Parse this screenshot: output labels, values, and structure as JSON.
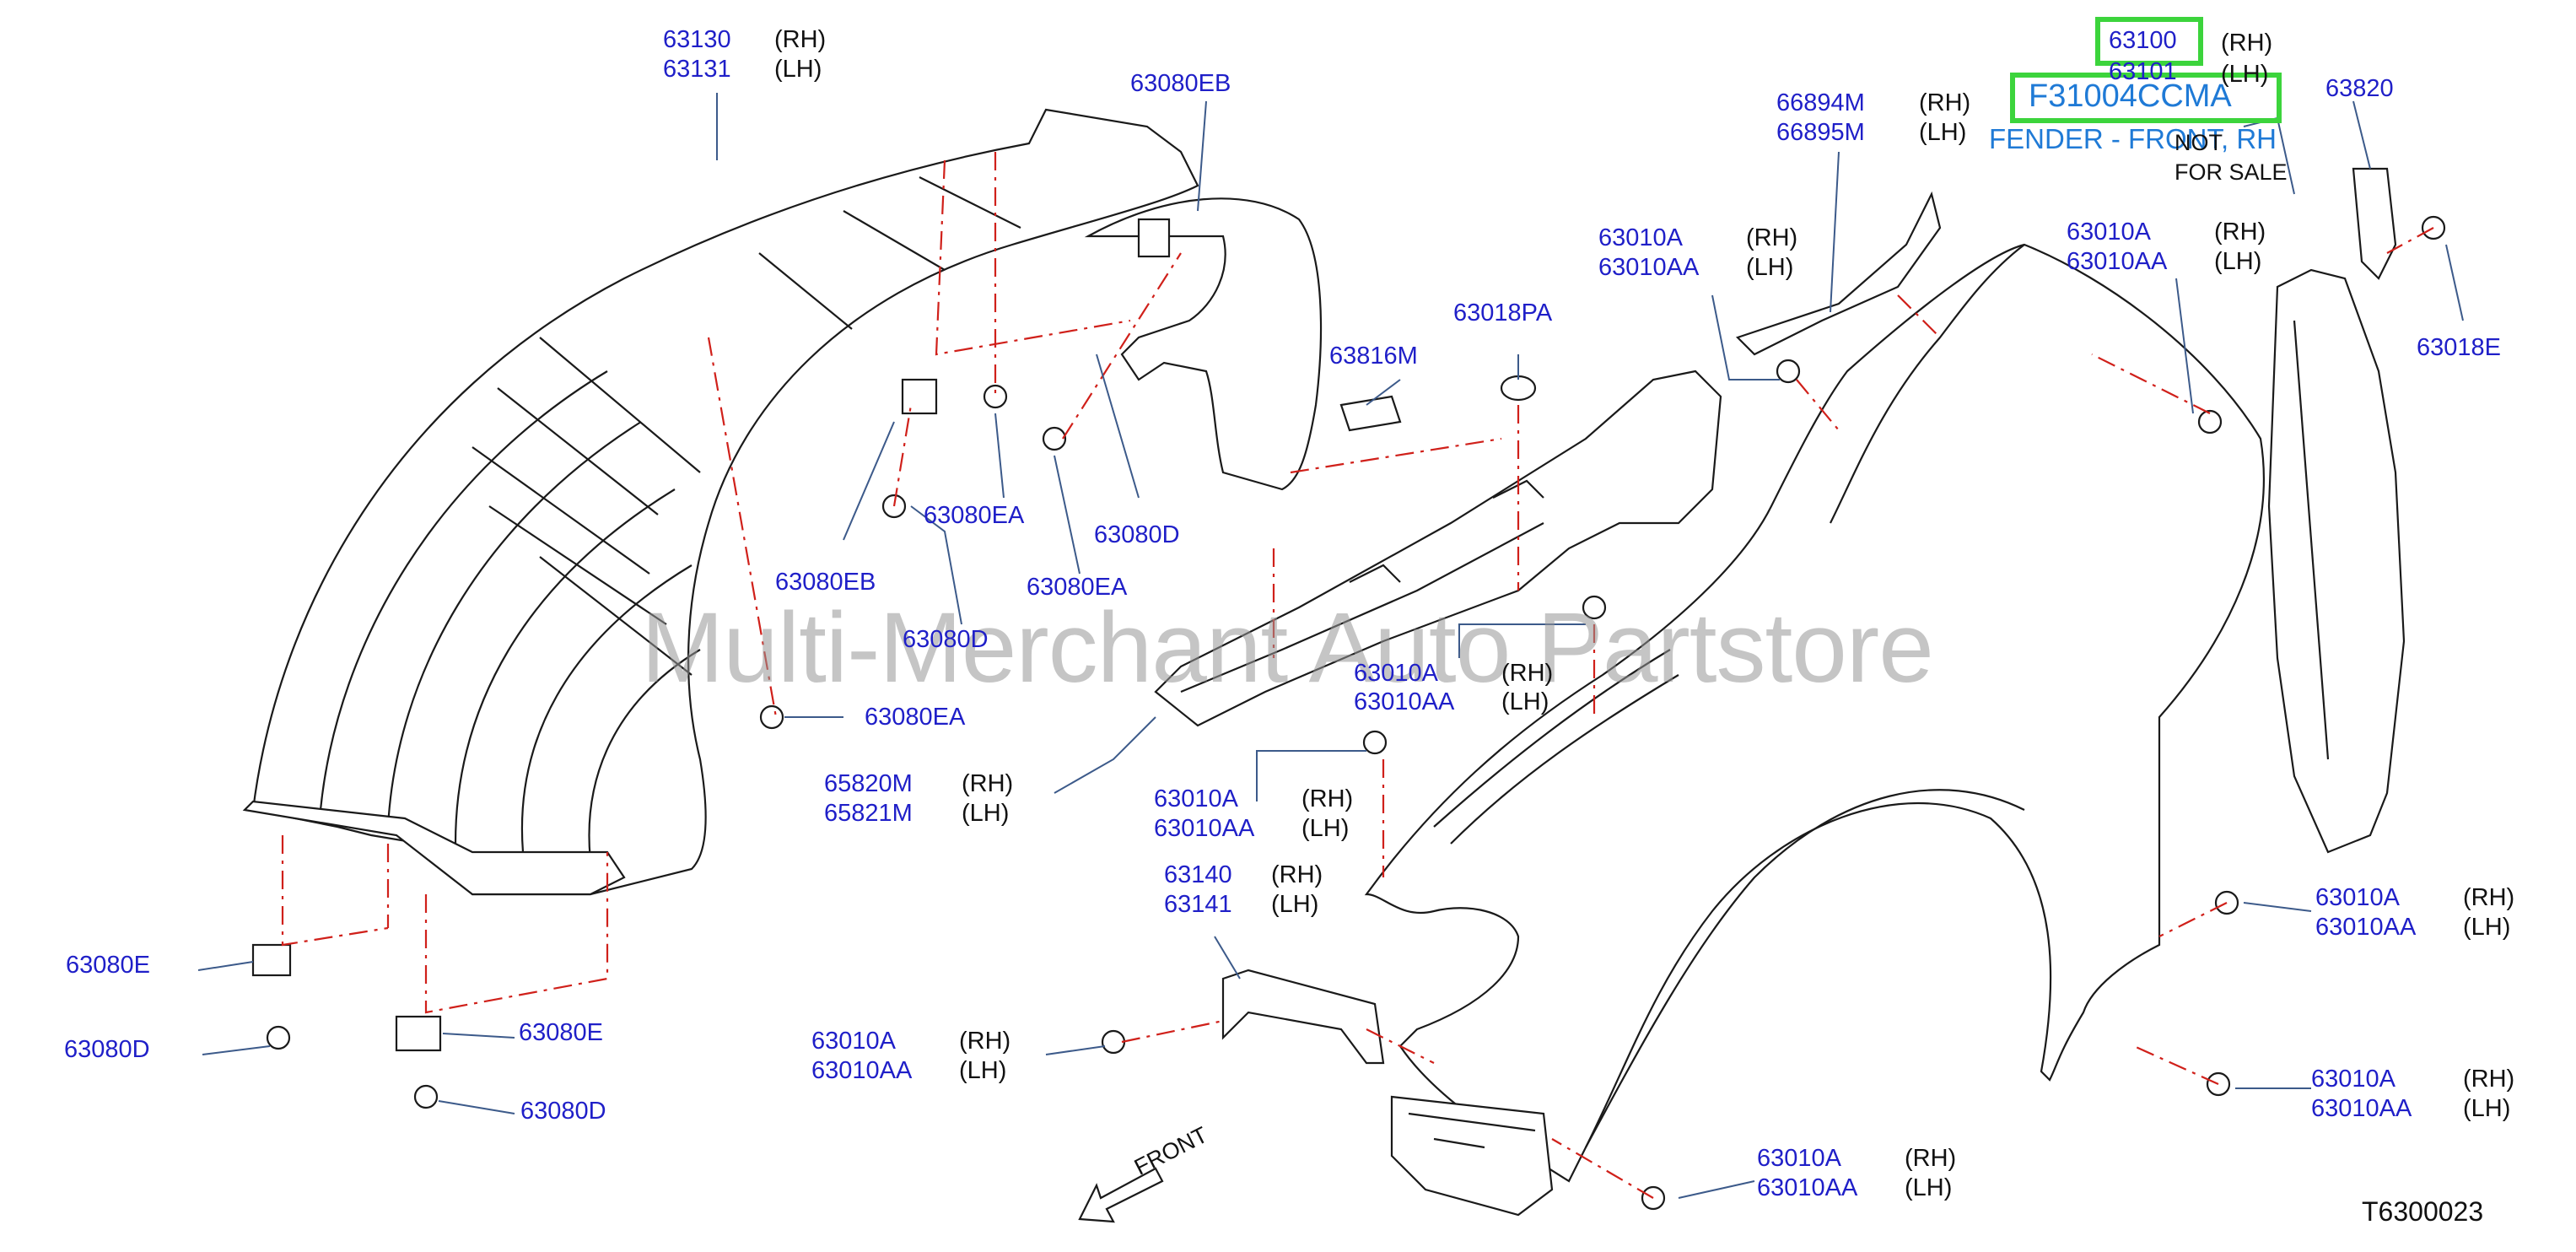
{
  "highlight": {
    "part_number": "63100",
    "part_code": "F31004CCMA",
    "part_name": "FENDER - FRONT, RH",
    "box_color": "#3cd43c",
    "title_color": "#1f7ad6"
  },
  "fender_block": {
    "rh_suffix": "(RH)",
    "lh_number": "63101",
    "lh_suffix": "(LH)",
    "not_for_sale_line1": "NOT",
    "not_for_sale_line2": "FOR  SALE"
  },
  "callouts": {
    "c63130": {
      "rh": "63130",
      "rh_side": "(RH)",
      "lh": "63131",
      "lh_side": "(LH)"
    },
    "c63080eb_top": "63080EB",
    "c66894m": {
      "rh": "66894M",
      "rh_side": "(RH)",
      "lh": "66895M",
      "lh_side": "(LH)"
    },
    "c63820": "63820",
    "c63018e": "63018E",
    "c63010a_left": {
      "rh": "63010A",
      "rh_side": "(RH)",
      "lh": "63010AA",
      "lh_side": "(LH)"
    },
    "c63010a_right": {
      "rh": "63010A",
      "rh_side": "(RH)",
      "lh": "63010AA",
      "lh_side": "(LH)"
    },
    "c63018pa": "63018PA",
    "c63816m": "63816M",
    "c63080ea_mid": "63080EA",
    "c63080d_mid": "63080D",
    "c63080ea_lower": "63080EA",
    "c63080eb_mid": "63080EB",
    "c63080d_left": "63080D",
    "c63080ea_left": "63080EA",
    "c63010a_center": {
      "rh": "63010A",
      "rh_side": "(RH)",
      "lh": "63010AA",
      "lh_side": "(LH)"
    },
    "c65820m": {
      "rh": "65820M",
      "rh_side": "(RH)",
      "lh": "65821M",
      "lh_side": "(LH)"
    },
    "c63010a_center2": {
      "rh": "63010A",
      "rh_side": "(RH)",
      "lh": "63010AA",
      "lh_side": "(LH)"
    },
    "c63140": {
      "rh": "63140",
      "rh_side": "(RH)",
      "lh": "63141",
      "lh_side": "(LH)"
    },
    "c63010a_bottomleft": {
      "rh": "63010A",
      "rh_side": "(RH)",
      "lh": "63010AA",
      "lh_side": "(LH)"
    },
    "c63010a_bottomcenter": {
      "rh": "63010A",
      "rh_side": "(RH)",
      "lh": "63010AA",
      "lh_side": "(LH)"
    },
    "c63010a_right_mid": {
      "rh": "63010A",
      "rh_side": "(RH)",
      "lh": "63010AA",
      "lh_side": "(LH)"
    },
    "c63010a_right_low": {
      "rh": "63010A",
      "rh_side": "(RH)",
      "lh": "63010AA",
      "lh_side": "(LH)"
    },
    "c63080e_a": "63080E",
    "c63080d_a": "63080D",
    "c63080e_b": "63080E",
    "c63080d_b": "63080D"
  },
  "front_label": "FRONT",
  "diagram_code": "T6300023",
  "watermark": "Multi-Merchant Auto Partstore",
  "label_color": "#1f1fc8"
}
